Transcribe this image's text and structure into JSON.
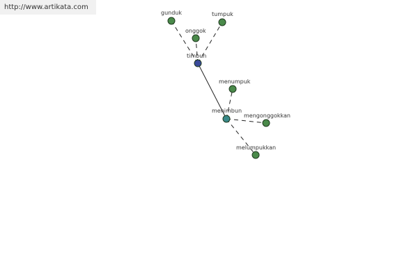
{
  "watermark": {
    "url": "http://www.artikata.com"
  },
  "colors": {
    "leaf_node": "#4a8a4a",
    "root_node": "#3a4a9a",
    "derived_node": "#3a8a8a"
  },
  "graph": {
    "nodes": [
      {
        "id": "gunduk",
        "label": "gunduk",
        "kind": "leaf_node"
      },
      {
        "id": "tumpuk",
        "label": "tumpuk",
        "kind": "leaf_node"
      },
      {
        "id": "onggok",
        "label": "onggok",
        "kind": "leaf_node"
      },
      {
        "id": "timbun",
        "label": "timbun",
        "kind": "root_node"
      },
      {
        "id": "menumpuk",
        "label": "menumpuk",
        "kind": "leaf_node"
      },
      {
        "id": "menimbun",
        "label": "menimbun",
        "kind": "derived_node"
      },
      {
        "id": "mengonggokkan",
        "label": "mengonggokkan",
        "kind": "leaf_node"
      },
      {
        "id": "melumpukkan",
        "label": "melumpukkan",
        "kind": "leaf_node"
      }
    ],
    "edges": [
      {
        "from": "timbun",
        "to": "gunduk",
        "style": "dashed"
      },
      {
        "from": "timbun",
        "to": "tumpuk",
        "style": "dashed"
      },
      {
        "from": "timbun",
        "to": "onggok",
        "style": "dashed"
      },
      {
        "from": "timbun",
        "to": "menimbun",
        "style": "solid"
      },
      {
        "from": "menimbun",
        "to": "menumpuk",
        "style": "dashed"
      },
      {
        "from": "menimbun",
        "to": "mengonggokkan",
        "style": "dashed"
      },
      {
        "from": "menimbun",
        "to": "melumpukkan",
        "style": "dashed"
      }
    ]
  }
}
